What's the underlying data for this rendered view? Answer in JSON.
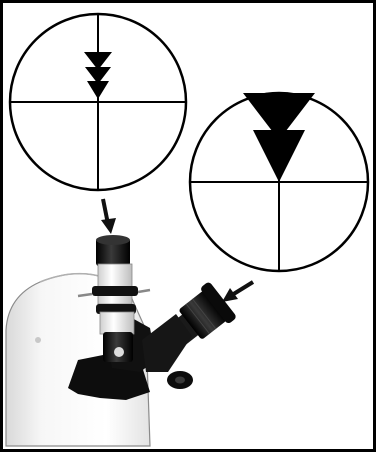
{
  "figure": {
    "frame_color": "#000000",
    "background_color": "#ffffff",
    "reticle_line_color": "#000000",
    "arrow_color": "#111111",
    "telescope_tube_color": "#f2f2f2",
    "finder_body_color": "#1a1a1a",
    "mount_color": "#0d0d0d",
    "view_small_reticle": {
      "icon": "crosshair-reticle",
      "marker": "triple-chevron-down",
      "marker_count": 3
    },
    "view_large_reticle": {
      "icon": "crosshair-reticle",
      "marker": "double-chevron-down",
      "marker_count": 2
    },
    "pointer_arrows": 2,
    "components": [
      "telescope-tube",
      "finder-scope",
      "eyepiece",
      "focuser",
      "finder-bracket"
    ]
  }
}
